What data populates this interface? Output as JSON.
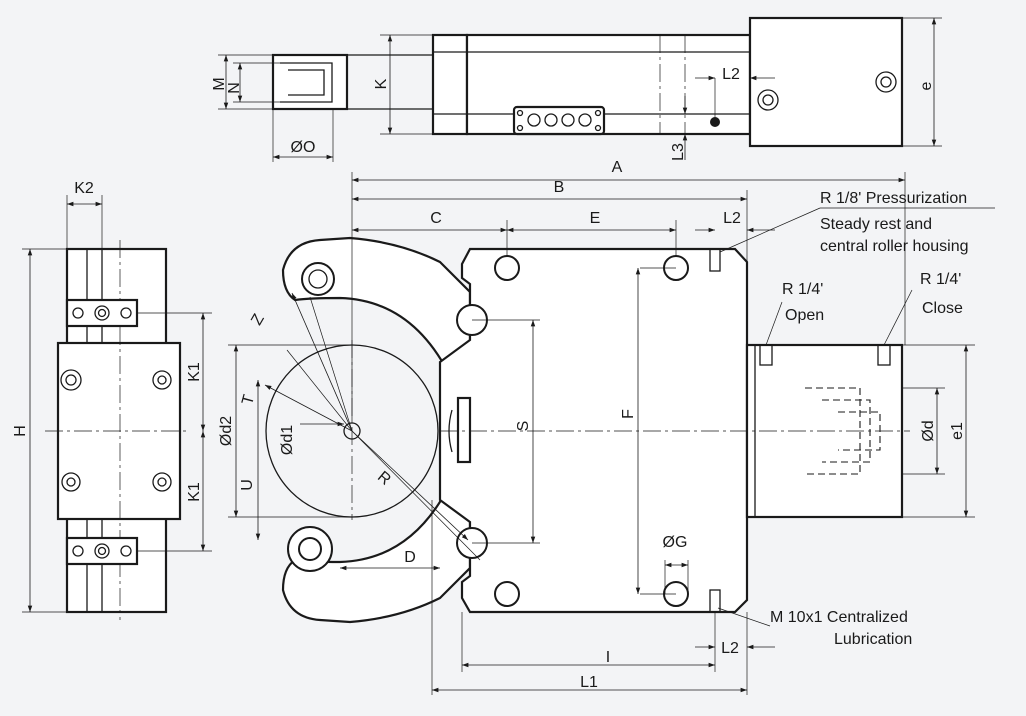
{
  "labels": {
    "M": "M",
    "N": "N",
    "K": "K",
    "O": "ØO",
    "L2": "L2",
    "L3": "L3",
    "e": "e",
    "A": "A",
    "B": "B",
    "C": "C",
    "E": "E",
    "K2": "K2",
    "H": "H",
    "K1": "K1",
    "Z": "Z",
    "T": "T",
    "U": "U",
    "R": "R",
    "D": "D",
    "d1": "Ød1",
    "d2": "Ød2",
    "S": "S",
    "F": "F",
    "G": "ØG",
    "d": "Ød",
    "e1": "e1",
    "I": "I",
    "L1": "L1"
  },
  "notes": {
    "pressurization": "R 1/8' Pressurization",
    "steady_rest_1": "Steady rest and",
    "steady_rest_2": "central roller housing",
    "open_thread": "R 1/4'",
    "open": "Open",
    "close_thread": "R 1/4'",
    "close": "Close",
    "lube_1": "M 10x1 Centralized",
    "lube_2": "Lubrication"
  }
}
